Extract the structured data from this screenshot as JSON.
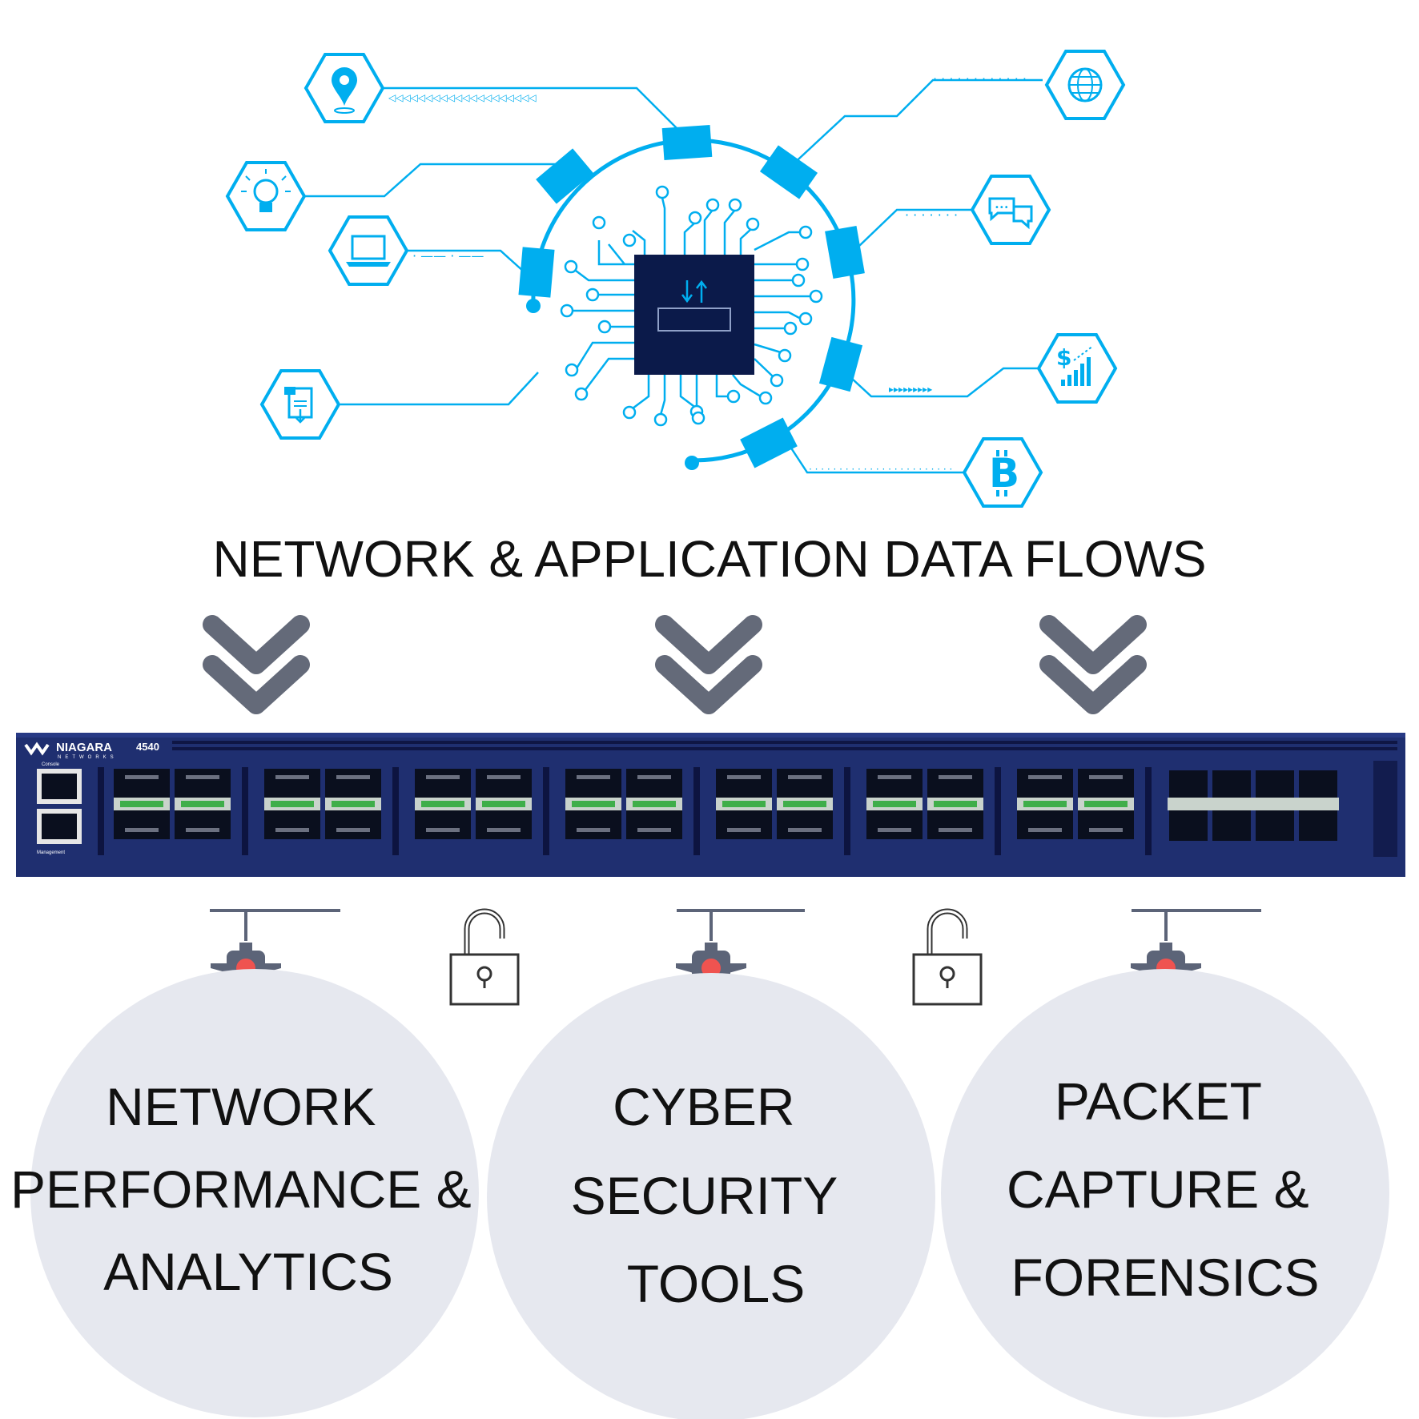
{
  "title": "NETWORK & APPLICATION DATA FLOWS",
  "device": {
    "brand": "NIAGARA",
    "brand_sub": "NETWORKS",
    "model": "4540",
    "console_label": "Console",
    "mgmt_label": "Management"
  },
  "tools": [
    {
      "lines": [
        "NETWORK",
        "PERFORMANCE &",
        "ANALYTICS"
      ]
    },
    {
      "lines": [
        "CYBER",
        "SECURITY",
        "TOOLS"
      ]
    },
    {
      "lines": [
        "PACKET",
        "CAPTURE &",
        "FORENSICS"
      ]
    }
  ],
  "icons": {
    "left": [
      "location-pin-icon",
      "lightbulb-icon",
      "laptop-icon",
      "document-download-icon"
    ],
    "right": [
      "globe-icon",
      "chat-bubbles-icon",
      "dollar-chart-icon",
      "bitcoin-icon"
    ],
    "center": "chip-icon",
    "between": [
      "padlock-open-icon",
      "padlock-open-icon"
    ],
    "above": [
      "traffic-light-icon",
      "traffic-light-icon",
      "traffic-light-icon"
    ]
  },
  "colors": {
    "accent": "#00AEEF",
    "chip": "#0B1A4A",
    "chevron": "#646A79",
    "device": "#1F2F70",
    "circle": "#E6E8EF",
    "text": "#111111"
  }
}
